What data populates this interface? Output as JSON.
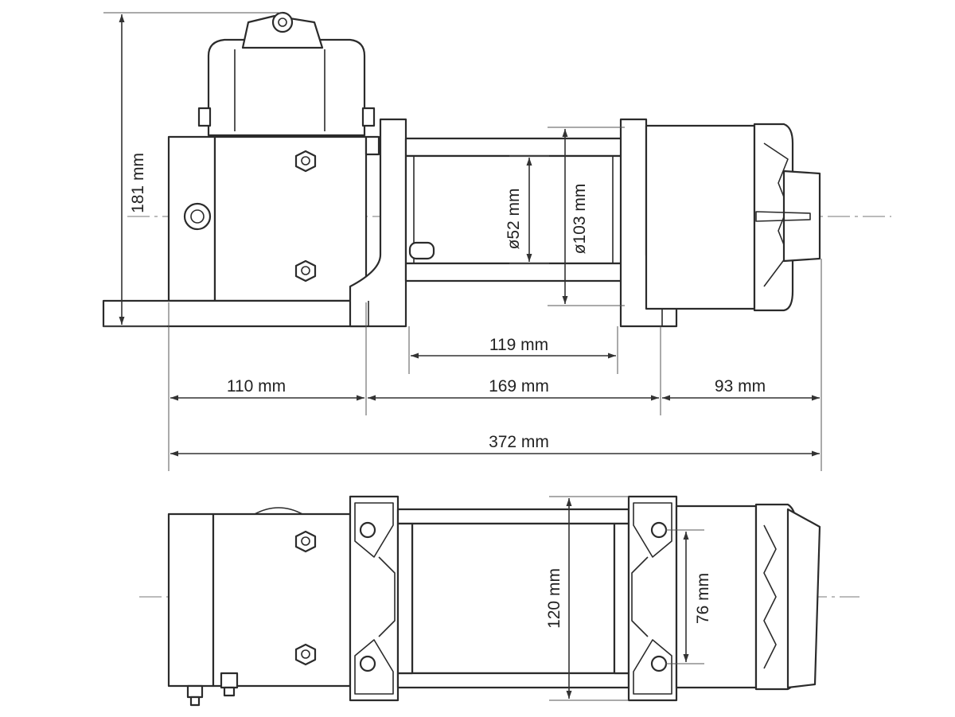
{
  "dimensions": {
    "height": "181 mm",
    "left_length": "110 mm",
    "mid_length": "169 mm",
    "right_length": "93 mm",
    "total_length": "372 mm",
    "drum_length": "119 mm",
    "drum_diameter": "ø52 mm",
    "flange_diameter": "ø103 mm",
    "mount_width": "120 mm",
    "bolt_spacing": "76 mm"
  },
  "colors": {
    "line": "#2b2b2b",
    "text": "#222222",
    "background": "#ffffff"
  }
}
